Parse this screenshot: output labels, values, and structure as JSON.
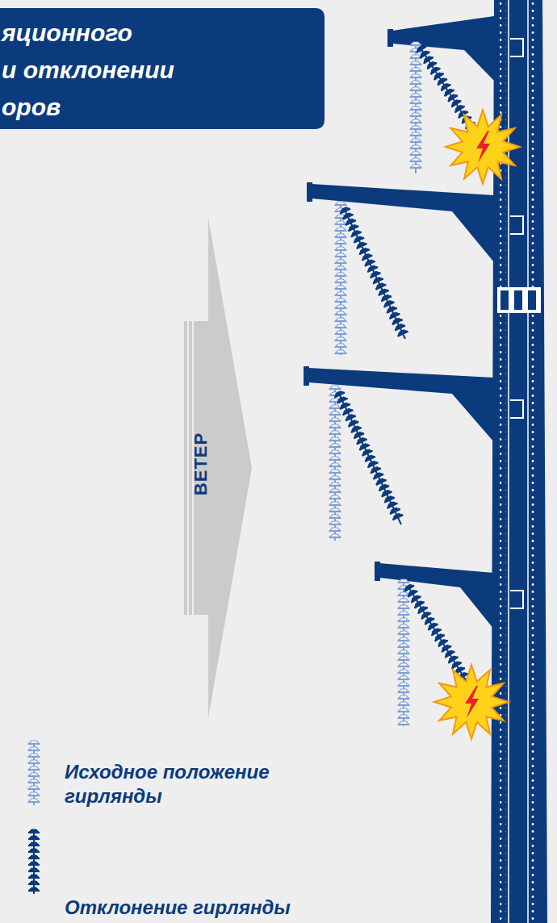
{
  "diagram": {
    "title": "яционного и отклонении оров",
    "labels": [
      "ВЕТЕР"
    ],
    "legend": [
      {
        "text": "Исходное положение гирлянды"
      },
      {
        "text": "Отклонение гирлянды"
      }
    ]
  }
}
